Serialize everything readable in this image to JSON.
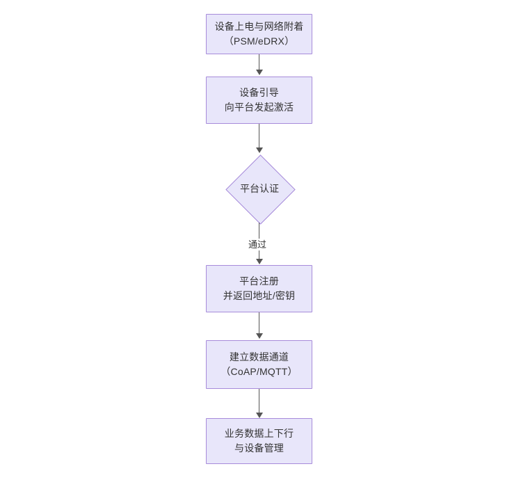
{
  "diagram": {
    "type": "flowchart",
    "orientation": "top-to-bottom",
    "title": "",
    "colors": {
      "node_fill": "#e8e6fa",
      "node_border": "#a78bda",
      "node_text": "#333333",
      "edge": "#555555",
      "background": "#ffffff"
    },
    "nodes": [
      {
        "id": "n1",
        "shape": "rectangle",
        "lines": [
          "设备上电与网络附着",
          "（PSM/eDRX）"
        ]
      },
      {
        "id": "n2",
        "shape": "rectangle",
        "lines": [
          "设备引导",
          "向平台发起激活"
        ]
      },
      {
        "id": "n3",
        "shape": "diamond",
        "lines": [
          "平台认证"
        ]
      },
      {
        "id": "n4",
        "shape": "rectangle",
        "lines": [
          "平台注册",
          "并返回地址/密钥"
        ]
      },
      {
        "id": "n5",
        "shape": "rectangle",
        "lines": [
          "建立数据通道",
          "（CoAP/MQTT）"
        ]
      },
      {
        "id": "n6",
        "shape": "rectangle",
        "lines": [
          "业务数据上下行",
          "与设备管理"
        ]
      }
    ],
    "edges": [
      {
        "from": "n1",
        "to": "n2",
        "label": ""
      },
      {
        "from": "n2",
        "to": "n3",
        "label": ""
      },
      {
        "from": "n3",
        "to": "n4",
        "label": "通过"
      },
      {
        "from": "n4",
        "to": "n5",
        "label": ""
      },
      {
        "from": "n5",
        "to": "n6",
        "label": ""
      }
    ]
  }
}
